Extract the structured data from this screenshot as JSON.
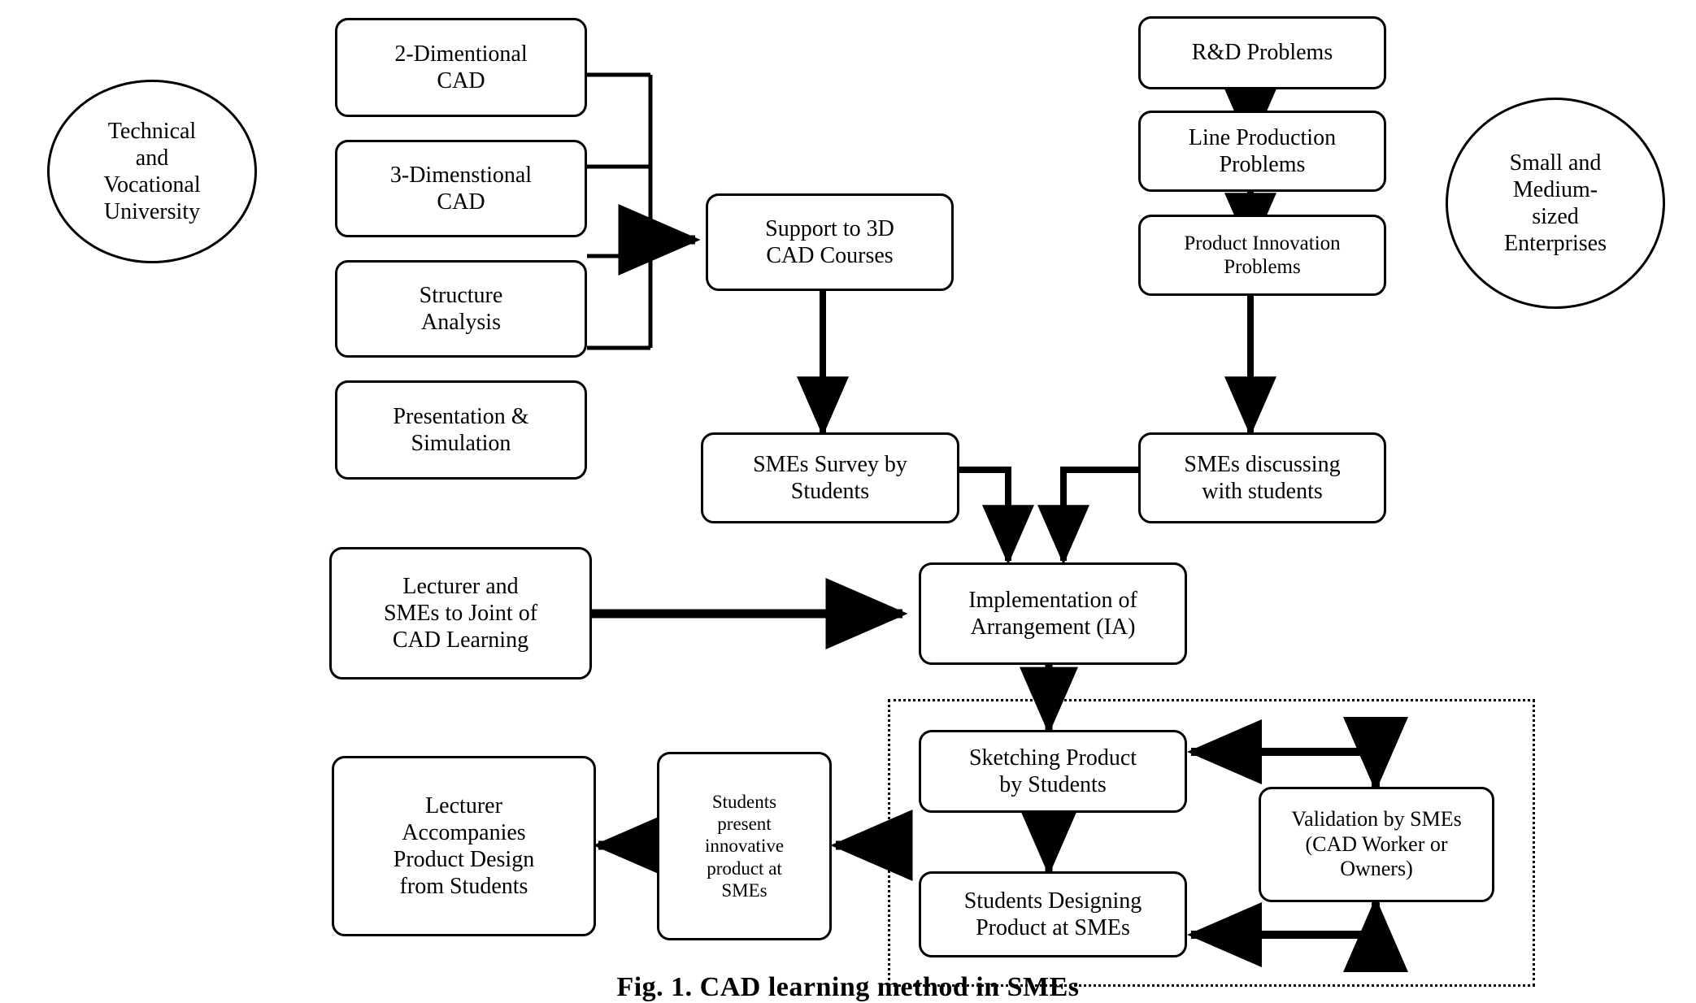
{
  "figure": {
    "caption": "Fig. 1. CAD learning method in SMEs",
    "stroke_color": "#000000",
    "background_color": "#ffffff"
  },
  "actors": {
    "left_circle": "Technical\nand\nVocational\nUniversity",
    "right_circle": "Small and\nMedium-\nsized\nEnterprises"
  },
  "university_courses": [
    {
      "label": "2-Dimentional\nCAD"
    },
    {
      "label": "3-Dimenstional\nCAD"
    },
    {
      "label": "Structure\nAnalysis"
    },
    {
      "label": "Presentation &\nSimulation"
    }
  ],
  "university_flow": {
    "support": "Support to 3D\nCAD Courses",
    "survey": "SMEs Survey by\nStudents",
    "joint_learning": "Lecturer and\nSMEs to Joint of\nCAD Learning"
  },
  "sme_problems": [
    {
      "label": "R&D Problems"
    },
    {
      "label": "Line Production\nProblems"
    },
    {
      "label": "Product Innovation\nProblems"
    }
  ],
  "sme_flow": {
    "discussing": "SMEs discussing\nwith students"
  },
  "implementation": {
    "label": "Implementation of\nArrangement (IA)"
  },
  "design_cycle": {
    "sketching": "Sketching Product\nby Students",
    "designing": "Students Designing\nProduct at SMEs",
    "validation": "Validation by SMEs\n(CAD Worker or\nOwners)"
  },
  "outcomes": {
    "present": "Students\npresent\ninnovative\nproduct at\nSMEs",
    "accompanies": "Lecturer\nAccompanies\nProduct Design\nfrom Students"
  }
}
